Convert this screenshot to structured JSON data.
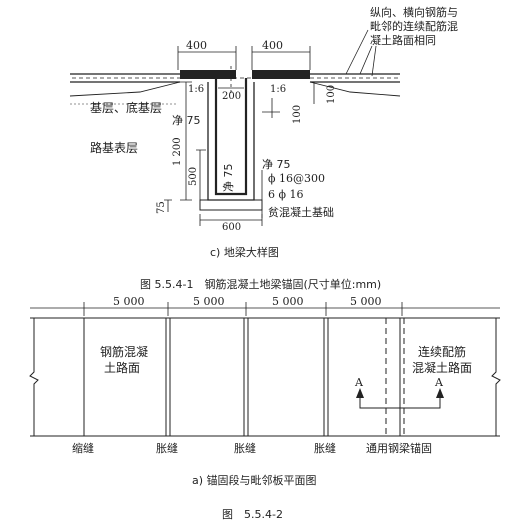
{
  "figure1": {
    "note_lines": [
      "纵向、横向钢筋与",
      "毗邻的连续配筋混",
      "凝土路面相同"
    ],
    "dim_top_left": "400",
    "dim_top_right": "400",
    "slope_left": "1:6",
    "slope_right": "1:6",
    "dim_200": "200",
    "dim_100_right": "100",
    "dim_100_inner": "100",
    "label_base": "基层、底基层",
    "label_subgrade": "路基表层",
    "clear_75_a": "净 75",
    "clear_75_b": "净 75",
    "clear_75_c": "净 75",
    "dim_1200": "1 200",
    "dim_500": "500",
    "dim_75": "75",
    "dim_600": "600",
    "rebar_stirrup": "ϕ 16@300",
    "rebar_long": "6 ϕ 16",
    "label_foundation": "贫混凝土基础",
    "subcaption": "c) 地梁大样图",
    "caption": "图 5.5.4-1　钢筋混凝土地梁锚固(尺寸单位:mm)"
  },
  "figure2": {
    "span_labels": [
      "5 000",
      "5 000",
      "5 000",
      "5 000"
    ],
    "label_rc_pavement": [
      "钢筋混凝",
      "土路面"
    ],
    "label_crc_pavement": [
      "连续配筋",
      "混凝土路面"
    ],
    "section_mark": "A",
    "joint_labels": [
      "缩缝",
      "胀缝",
      "胀缝",
      "胀缝",
      "通用钢梁锚固"
    ],
    "subcaption": "a) 锚固段与毗邻板平面图",
    "caption": "图　5.5.4-2"
  }
}
